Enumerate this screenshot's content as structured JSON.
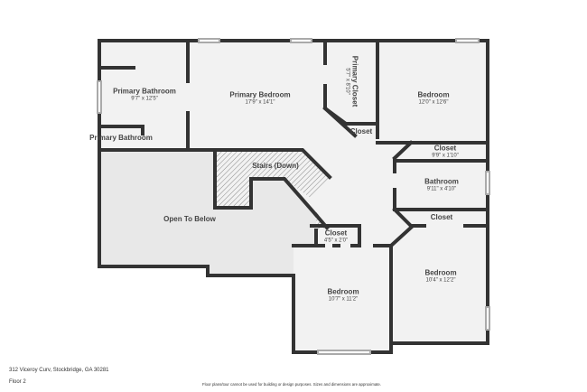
{
  "plan": {
    "address": "312 Viceroy Curv, Stockbridge, GA 30281",
    "floor": "Floor 2",
    "disclaimer": "Floor plans/tour cannot be used for building or design purposes. Sizes and dimensions are approximate.",
    "colors": {
      "wall": "#333333",
      "floor": "#f2f2f2",
      "open_area": "#e6e6e6",
      "text": "#444444"
    },
    "rooms": [
      {
        "name": "Primary Bathroom",
        "dims": "9'7\" x 12'5\""
      },
      {
        "name": "Primary Bedroom",
        "dims": "17'9\" x 14'1\""
      },
      {
        "name": "Primary Closet",
        "dims": "5'7\" x 8'10\""
      },
      {
        "name": "Bedroom",
        "dims": "12'0\" x 12'6\""
      },
      {
        "name": "Primary Bathroom",
        "dims": ""
      },
      {
        "name": "Closet",
        "dims": ""
      },
      {
        "name": "Closet",
        "dims": "9'9\" x 1'10\""
      },
      {
        "name": "Stairs (Down)",
        "dims": ""
      },
      {
        "name": "Bathroom",
        "dims": "9'11\" x 4'10\""
      },
      {
        "name": "Open To Below",
        "dims": ""
      },
      {
        "name": "Closet",
        "dims": ""
      },
      {
        "name": "Closet",
        "dims": "4'5\" x 2'0\""
      },
      {
        "name": "Bedroom",
        "dims": "10'4\" x 12'2\""
      },
      {
        "name": "Bedroom",
        "dims": "10'7\" x 11'2\""
      }
    ]
  }
}
